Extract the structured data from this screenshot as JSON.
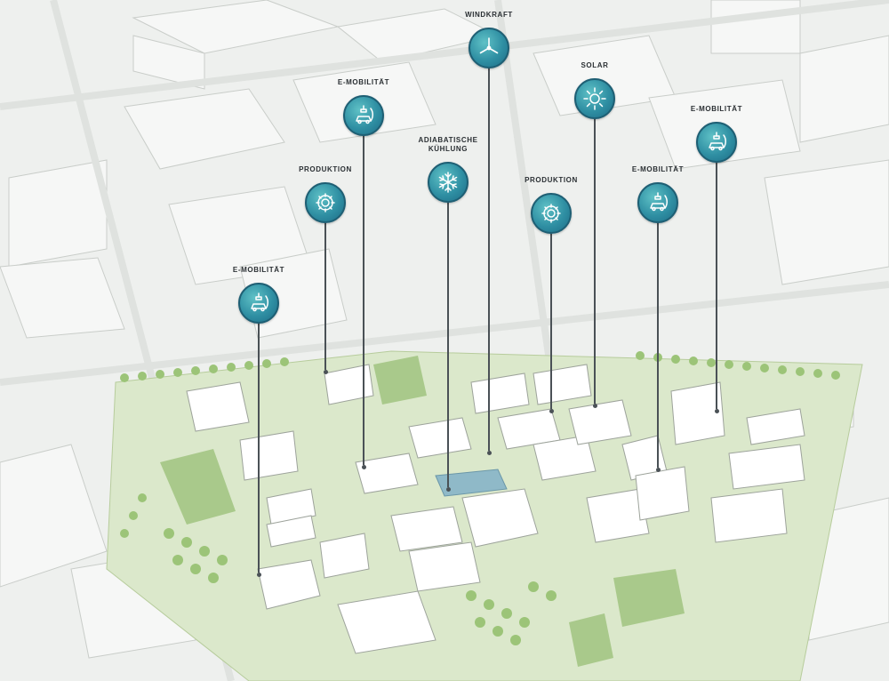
{
  "map": {
    "markers": [
      {
        "id": "windkraft",
        "label": "WINDKRAFT",
        "icon": "wind-turbine-icon"
      },
      {
        "id": "solar",
        "label": "SOLAR",
        "icon": "sun-icon"
      },
      {
        "id": "emob-1",
        "label": "E-MOBILITÄT",
        "icon": "ev-charging-icon"
      },
      {
        "id": "emob-2",
        "label": "E-MOBILITÄT",
        "icon": "ev-charging-icon"
      },
      {
        "id": "adiabatische",
        "label": "ADIABATISCHE KÜHLUNG",
        "icon": "snowflake-icon"
      },
      {
        "id": "produktion-1",
        "label": "PRODUKTION",
        "icon": "gear-icon"
      },
      {
        "id": "produktion-2",
        "label": "PRODUKTION",
        "icon": "gear-icon"
      },
      {
        "id": "emob-3",
        "label": "E-MOBILITÄT",
        "icon": "ev-charging-icon"
      },
      {
        "id": "emob-4",
        "label": "E-MOBILITÄT",
        "icon": "ev-charging-icon"
      }
    ],
    "colors": {
      "marker_fill": "#2f8fa3",
      "marker_border": "#1e5f74",
      "site_green": "#cfe1b6",
      "context_buildings": "#f4f5f4",
      "trees": "#8fb86b"
    }
  }
}
